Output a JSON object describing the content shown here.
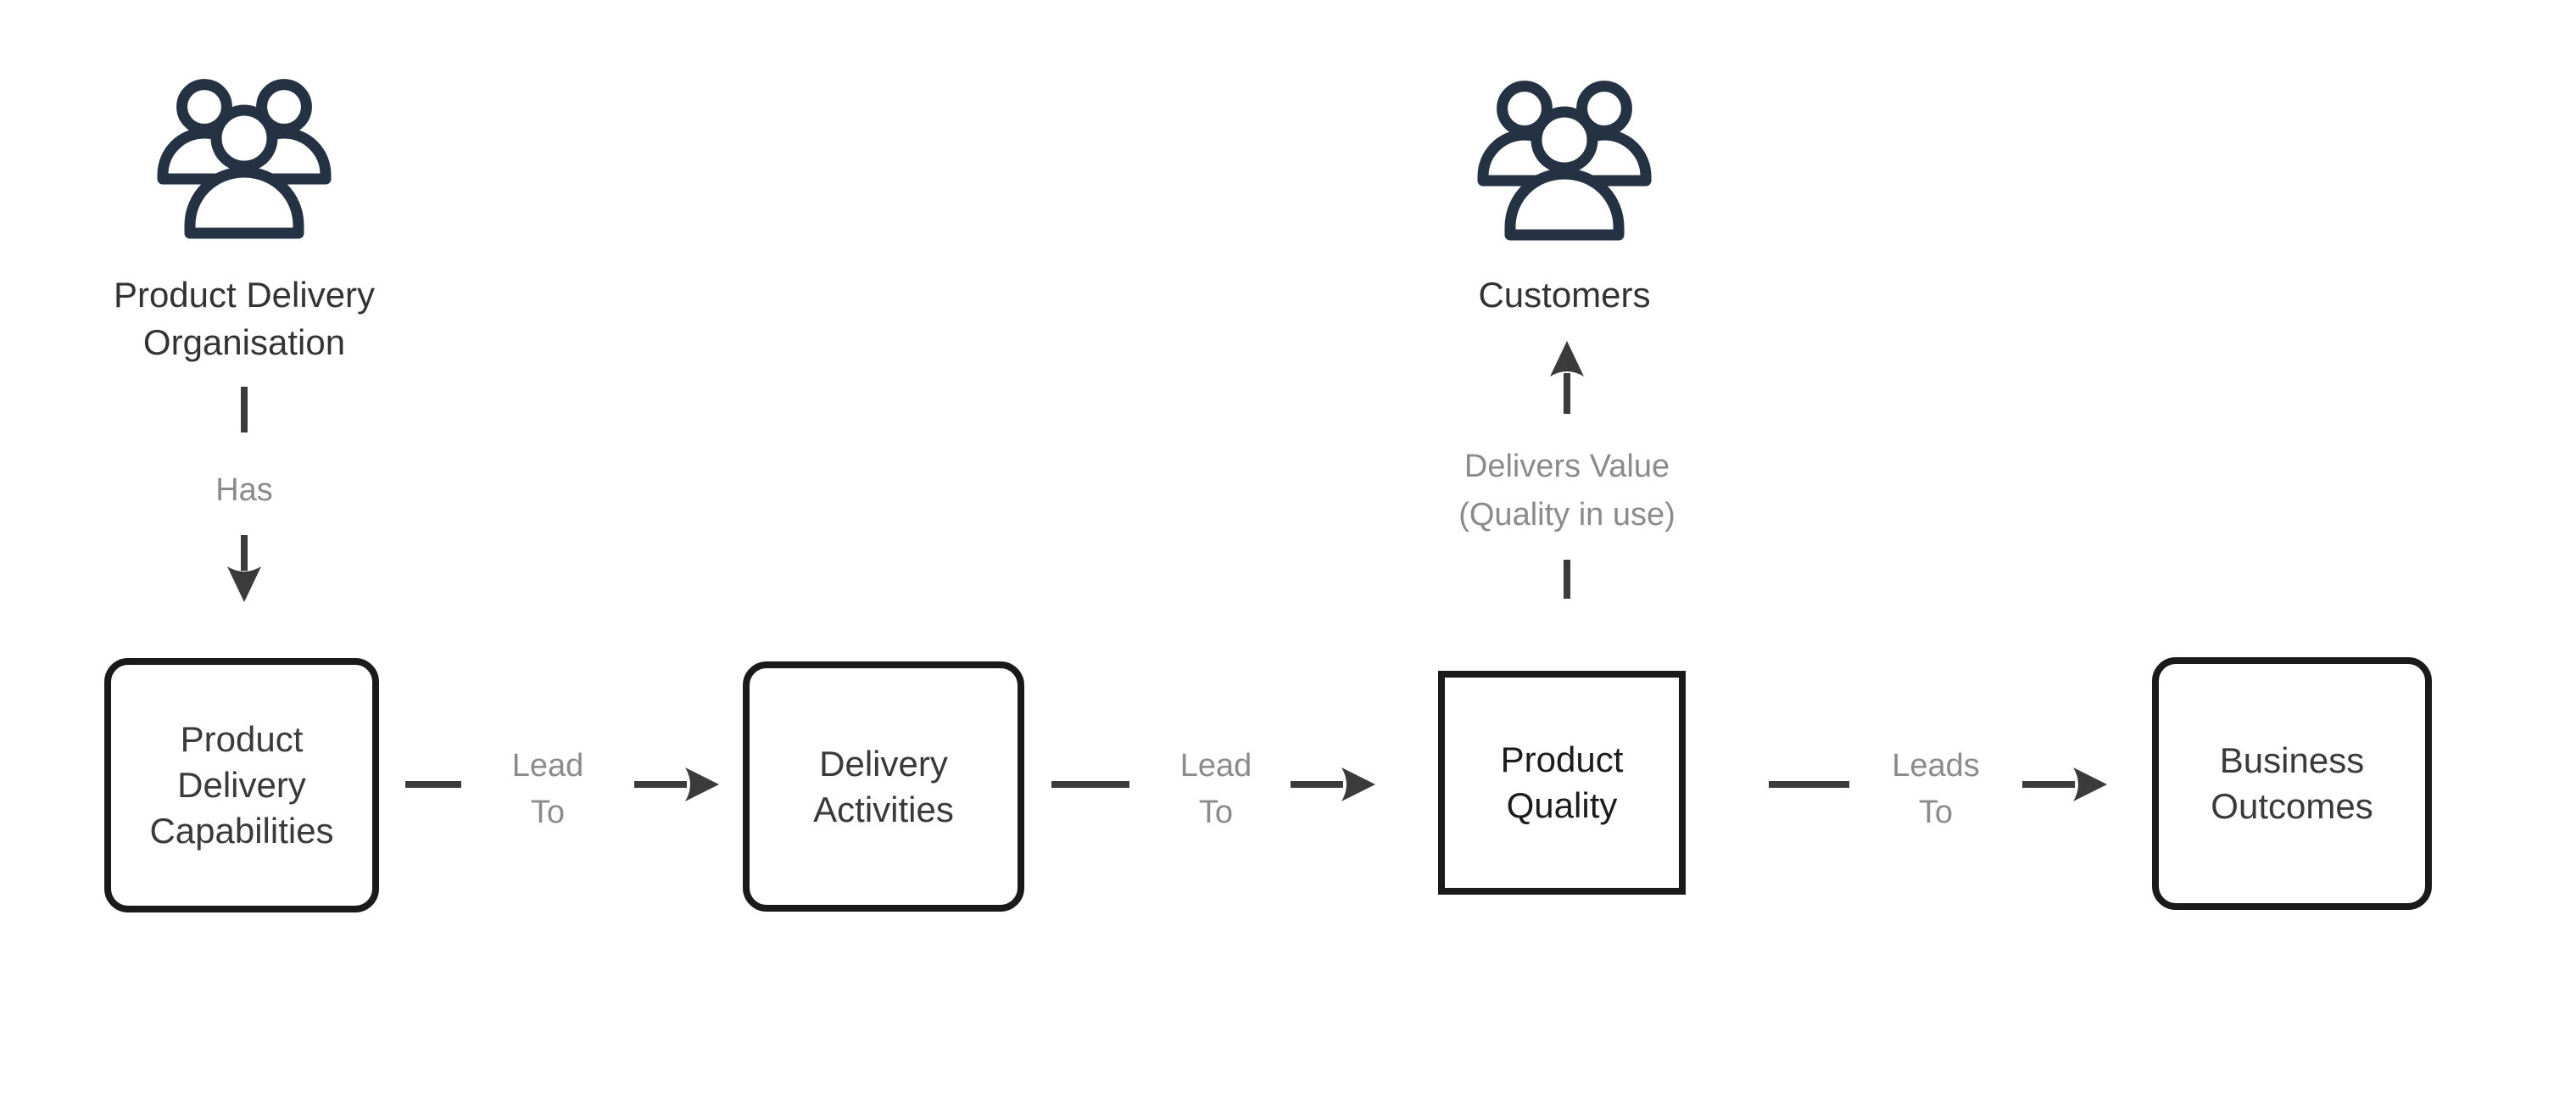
{
  "colors": {
    "background": "#ffffff",
    "icon": "#243244",
    "box-border": "#1a1a1a",
    "box-text": "#3a3a3a",
    "box3-text": "#1c1c1c",
    "connector": "#3b3b3b",
    "connector-label": "#8b8b8b",
    "actor-label": "#333333"
  },
  "actors": {
    "organisation": {
      "label": "Product Delivery Organisation",
      "icon": "people-group-icon"
    },
    "customers": {
      "label": "Customers",
      "icon": "people-group-icon"
    }
  },
  "nodes": {
    "capabilities": {
      "label": "Product Delivery Capabilities",
      "shape": "rounded"
    },
    "activities": {
      "label": "Delivery Activities",
      "shape": "rounded"
    },
    "quality": {
      "label": "Product Quality",
      "shape": "square"
    },
    "outcomes": {
      "label": "Business Outcomes",
      "shape": "rounded"
    }
  },
  "connectors": {
    "has": {
      "label": "Has",
      "direction": "down",
      "from": "organisation",
      "to": "capabilities"
    },
    "lead_to_1": {
      "label": "Lead To",
      "direction": "right",
      "from": "capabilities",
      "to": "activities"
    },
    "lead_to_2": {
      "label": "Lead To",
      "direction": "right",
      "from": "activities",
      "to": "quality"
    },
    "delivers_value": {
      "lines": [
        "Delivers Value",
        "(Quality in use)"
      ],
      "direction": "up",
      "from": "quality",
      "to": "customers"
    },
    "leads_to": {
      "label": "Leads To",
      "direction": "right",
      "from": "quality",
      "to": "outcomes"
    }
  }
}
